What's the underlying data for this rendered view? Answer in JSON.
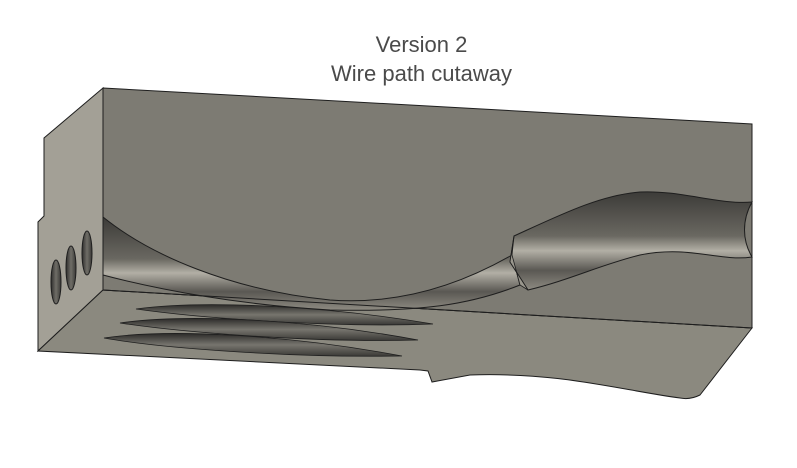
{
  "caption": {
    "line1": "Version 2",
    "line2": "Wire path cutaway"
  },
  "render": {
    "subject": "3D CAD cutaway of block with wire channel",
    "colors": {
      "background": "#ffffff",
      "front_face": "#7d7b73",
      "side_face": "#a3a096",
      "bottom_face": "#8b897f",
      "channel_dark": "#3f3e3b",
      "channel_light": "#b5b2a8",
      "edge": "#1e1e1e",
      "caption_text": "#4a4a4a"
    },
    "features": {
      "side_holes": 3,
      "bottom_slots": 3,
      "wire_channel": "curved cutaway channel with step enlargement"
    }
  }
}
